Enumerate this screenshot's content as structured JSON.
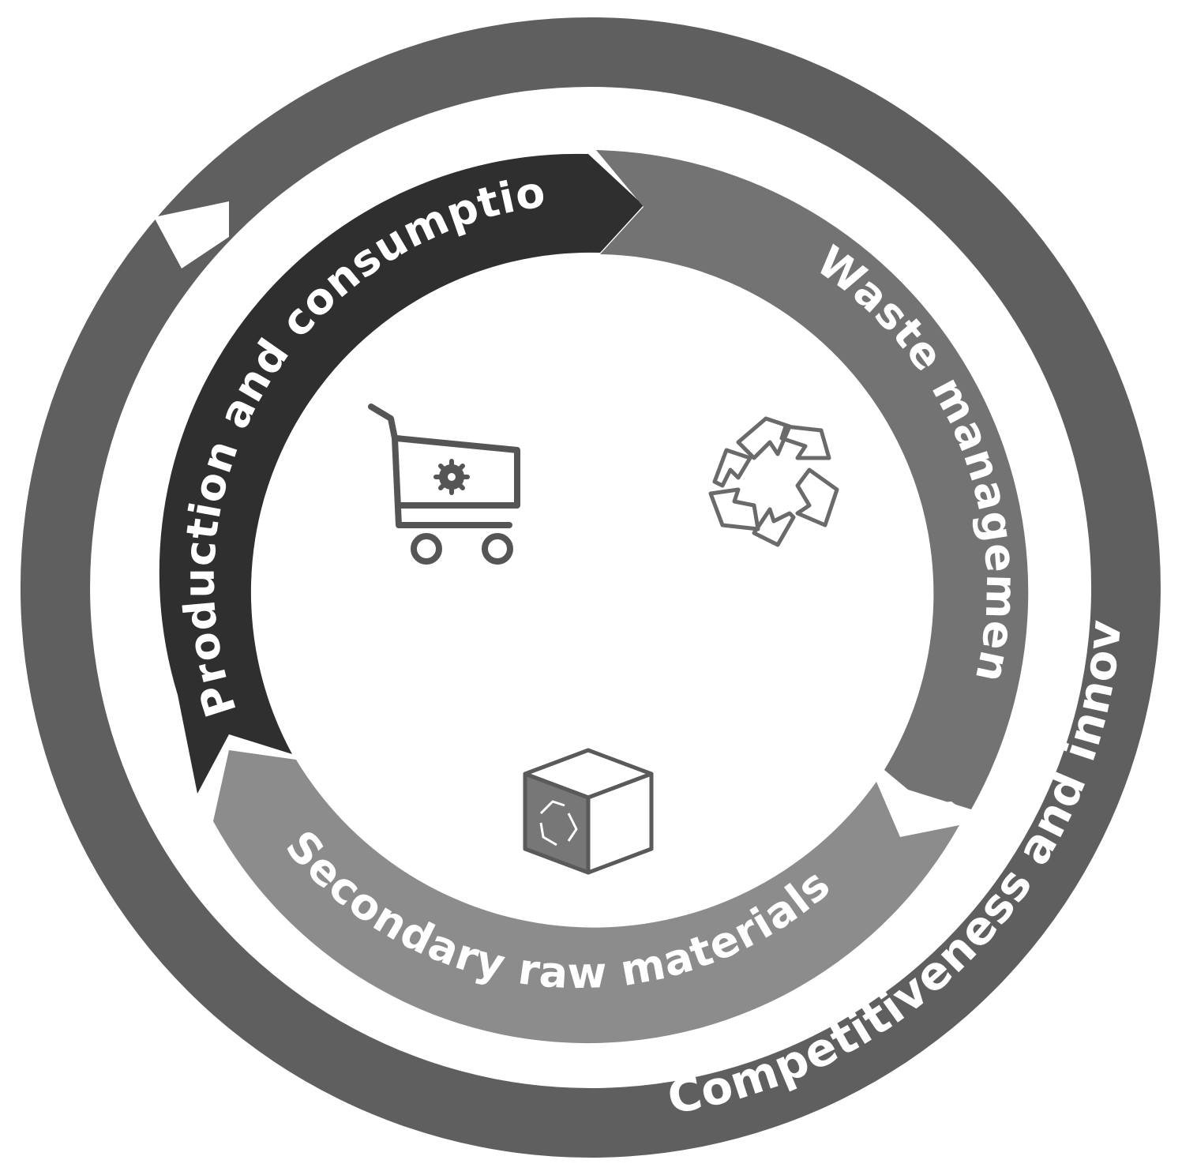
{
  "diagram": {
    "outer_ring": {
      "label": "Competitiveness and innovation",
      "color": "#5f5f5f"
    },
    "segments": [
      {
        "id": "production",
        "label": "Production and consumption",
        "color": "#2f2f2f",
        "icon": "shopping-cart-gear-icon"
      },
      {
        "id": "waste",
        "label": "Waste management",
        "color": "#707070",
        "icon": "recycle-icon"
      },
      {
        "id": "secondary",
        "label": "Secondary raw materials",
        "color": "#8a8a8a",
        "icon": "recycled-material-box-icon"
      }
    ],
    "icon_color": "#555555",
    "background": "#ffffff"
  }
}
